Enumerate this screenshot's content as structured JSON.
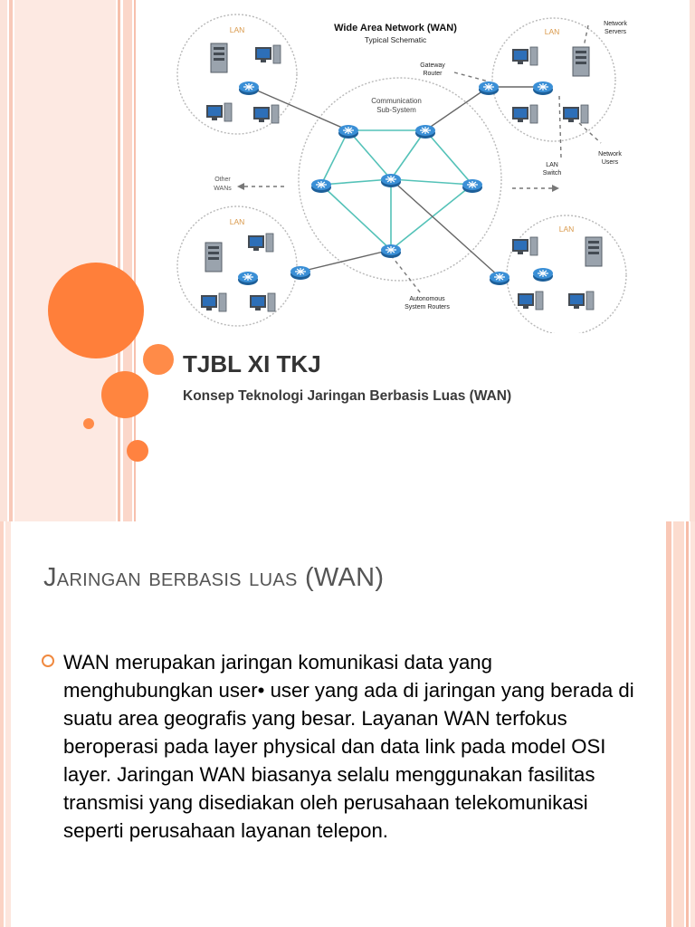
{
  "slide1": {
    "title": "TJBL XI TKJ",
    "subtitle": "Konsep Teknologi Jaringan Berbasis Luas (WAN)",
    "diagram": {
      "title": "Wide Area Network (WAN)",
      "subtitle": "Typical Schematic",
      "lan_label": "LAN",
      "comm_label_1": "Communication",
      "comm_label_2": "Sub-System",
      "gateway_1": "Gateway",
      "gateway_2": "Router",
      "servers_1": "Network",
      "servers_2": "Servers",
      "switch_1": "LAN",
      "switch_2": "Switch",
      "users_1": "Network",
      "users_2": "Users",
      "other_1": "Other",
      "other_2": "WANs",
      "auto_1": "Autonomous",
      "auto_2": "System Routers"
    }
  },
  "slide2": {
    "heading": "Jaringan berbasis luas (WAN)",
    "body": "WAN merupakan jaringan komunikasi data yang menghubungkan user• user yang ada di jaringan yang berada di suatu area geografis yang besar. Layanan WAN terfokus beroperasi pada layer physical dan data link pada model OSI layer. Jaringan WAN biasanya selalu menggunakan fasilitas transmisi yang disediakan oleh perusahaan telekomunikasi seperti perusahaan layanan telepon."
  },
  "colors": {
    "accent": "#ff7f3a",
    "router": "#2f7fc4",
    "link": "#54c2b8"
  }
}
